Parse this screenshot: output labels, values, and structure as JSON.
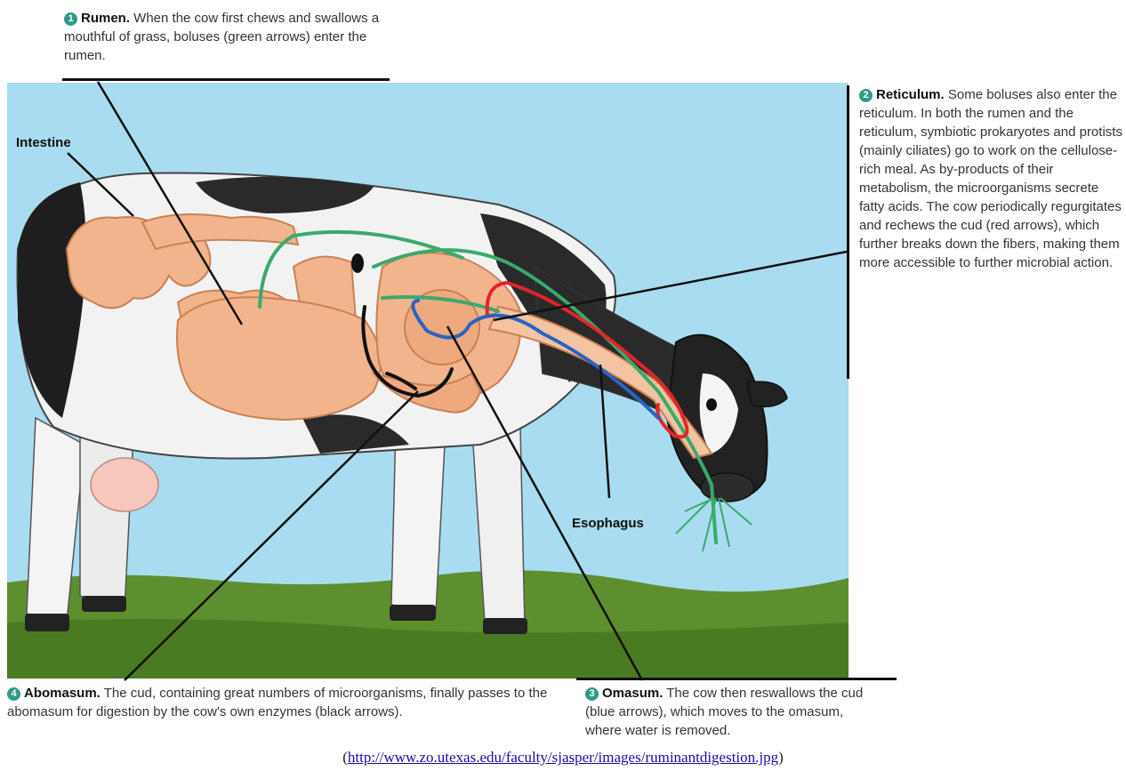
{
  "captions": {
    "rumen": {
      "number": "1",
      "title": "Rumen.",
      "text": " When the cow first chews and swallows a mouthful of grass, boluses (green arrows) enter the rumen."
    },
    "reticulum": {
      "number": "2",
      "title": "Reticulum.",
      "text": " Some boluses also enter the reticulum. In both the rumen and the reticulum, symbiotic prokaryotes and protists (mainly ciliates) go to work on the cellulose-rich meal. As by-products of their metabolism, the microorganisms secrete fatty acids. The cow periodically regurgitates and rechews the cud (red arrows), which further breaks down the fibers, making them more accessible to further microbial action."
    },
    "abomasum": {
      "number": "4",
      "title": "Abomasum.",
      "text": " The cud, containing great numbers of microorganisms, finally passes to the abomasum for digestion by the cow's own enzymes (black arrows)."
    },
    "omasum": {
      "number": "3",
      "title": "Omasum.",
      "text": " The cow then reswallows the cud (blue arrows), which moves to the omasum, where water is removed."
    }
  },
  "labels": {
    "intestine": "Intestine",
    "esophagus": "Esophagus"
  },
  "source_url": "http://www.zo.utexas.edu/faculty/sjasper/images/ruminantdigestion.jpg",
  "colors": {
    "sky": "#a9dcf0",
    "grass": "#5e8f2e",
    "stomach": "#f2b48c",
    "stomach_outline": "#c98055",
    "green_arrows": "#3aaa6b",
    "red_arrows": "#e0262b",
    "blue_arrows": "#2a63c4",
    "black_arrows": "#111111"
  }
}
